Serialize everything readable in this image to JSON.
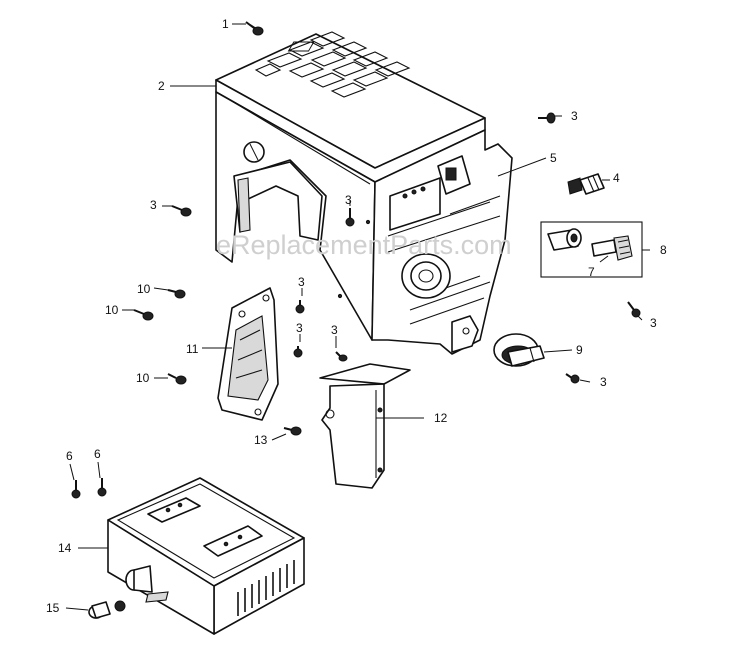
{
  "watermark": "eReplacementParts.com",
  "callouts": {
    "c1": "1",
    "c2": "2",
    "c3a": "3",
    "c3b": "3",
    "c3c": "3",
    "c3d": "3",
    "c3e": "3",
    "c3f": "3",
    "c3g": "3",
    "c3h": "3",
    "c4": "4",
    "c5": "5",
    "c6a": "6",
    "c6b": "6",
    "c7": "7",
    "c8": "8",
    "c9": "9",
    "c10a": "10",
    "c10b": "10",
    "c10c": "10",
    "c11": "11",
    "c12": "12",
    "c13": "13",
    "c14": "14",
    "c15": "15"
  }
}
